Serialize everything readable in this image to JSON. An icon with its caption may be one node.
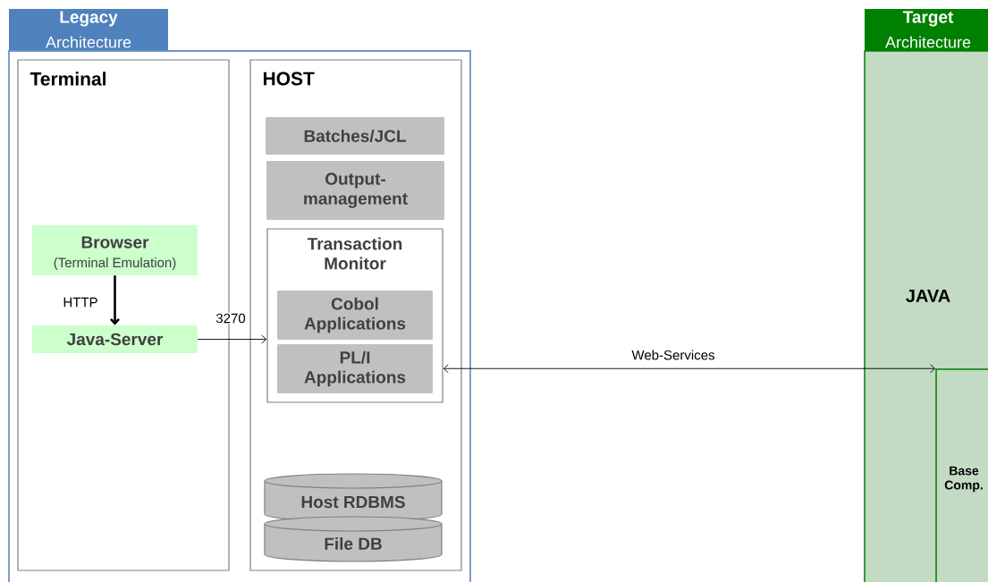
{
  "diagram": {
    "nodes": [
      {
        "text": [
          "Legacy",
          "Architecture"
        ]
      },
      {
        "text": [
          "Terminal"
        ],
        "in": 0
      },
      {
        "text": [
          "Browser",
          "(Terminal Emulation)"
        ],
        "in": 1
      },
      {
        "text": [
          "Java-Server"
        ],
        "in": 1
      },
      {
        "text": [
          "HOST"
        ],
        "in": 0
      },
      {
        "text": [
          "Batches/JCL"
        ],
        "in": 4
      },
      {
        "text": [
          "Output-management"
        ],
        "in": 4
      },
      {
        "text": [
          "Transaction Monitor"
        ],
        "in": 4
      },
      {
        "text": [
          "Cobol Applications"
        ],
        "in": 7
      },
      {
        "text": [
          "PL/I Applications"
        ],
        "in": 7
      },
      {
        "text": [
          "Host RDBMS"
        ],
        "in": 4
      },
      {
        "text": [
          "File DB"
        ],
        "in": 4
      },
      {
        "text": [
          "Target",
          "Architecture",
          "JAVA"
        ]
      },
      {
        "text": [
          "Base Comp."
        ],
        "in": 12
      }
    ],
    "edges": [
      {
        "from": 2,
        "to": 3,
        "arrow": "to",
        "label": "HTTP",
        "style": "thick"
      },
      {
        "from": 3,
        "to": 7,
        "arrow": "to",
        "label": "3270"
      },
      {
        "from": 7,
        "to": 13,
        "arrow": "both",
        "label": "Web-Services"
      }
    ]
  }
}
